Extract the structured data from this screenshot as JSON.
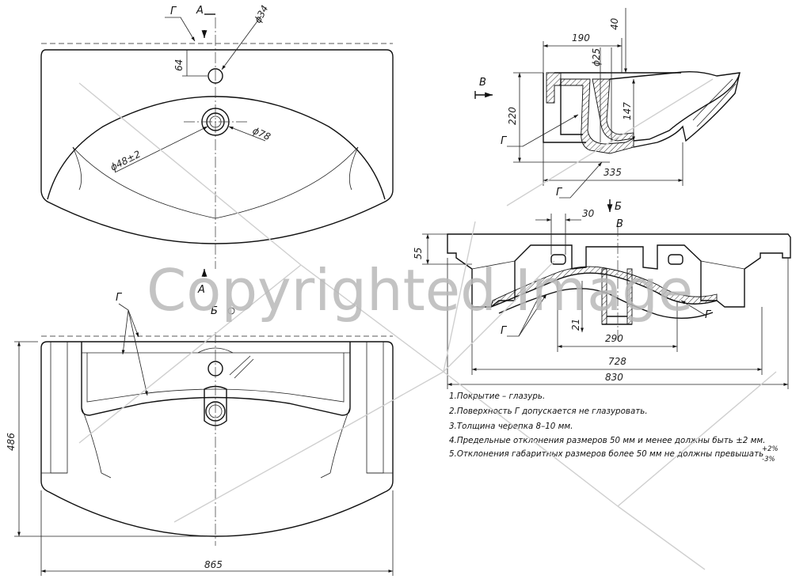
{
  "drawing": {
    "title": "",
    "colors": {
      "line": "#111111",
      "watermark": "#b9b9b9",
      "background": "#ffffff"
    },
    "watermark": "Copyrighted Image",
    "top_view": {
      "dimensions": {
        "hole_offset": "64",
        "tap_hole": "ϕ34",
        "drain_flange": "ϕ78",
        "drain_hole": "ϕ48±2"
      },
      "labels": {
        "surface": "Г",
        "section_a_top": "А",
        "section_a_bottom": "А",
        "section_b": "Б"
      }
    },
    "bottom_view": {
      "dimensions": {
        "width": "865",
        "depth": "486"
      },
      "labels": {
        "surface": "Г"
      }
    },
    "section_b": {
      "dimensions": {
        "width_190": "190",
        "height_40": "40",
        "drain_25": "ϕ25",
        "height_220": "220",
        "height_147": "147",
        "width_335": "335"
      },
      "labels": {
        "view_v": "В",
        "surface_1": "Г",
        "surface_2": "Г",
        "section_b": "Б"
      }
    },
    "section_v": {
      "dimensions": {
        "width_30": "30",
        "height_55": "55",
        "height_21": "21",
        "width_290": "290",
        "width_728": "728",
        "width_830": "830"
      },
      "labels": {
        "view_v": "В",
        "surface_left": "Г",
        "surface_right": "Г"
      }
    },
    "notes": [
      "1.Покрытие – глазурь.",
      "2.Поверхность Г допускается не глазуровать.",
      "3.Толщина черепка 8–10 мм.",
      "4.Предельные отклонения размеров 50 мм и менее должны быть  ±2 мм.",
      "5.Отклонения габаритных размеров более 50 мм не должны превышать"
    ],
    "tolerance": {
      "plus": "+2%",
      "minus": "-3%"
    }
  }
}
